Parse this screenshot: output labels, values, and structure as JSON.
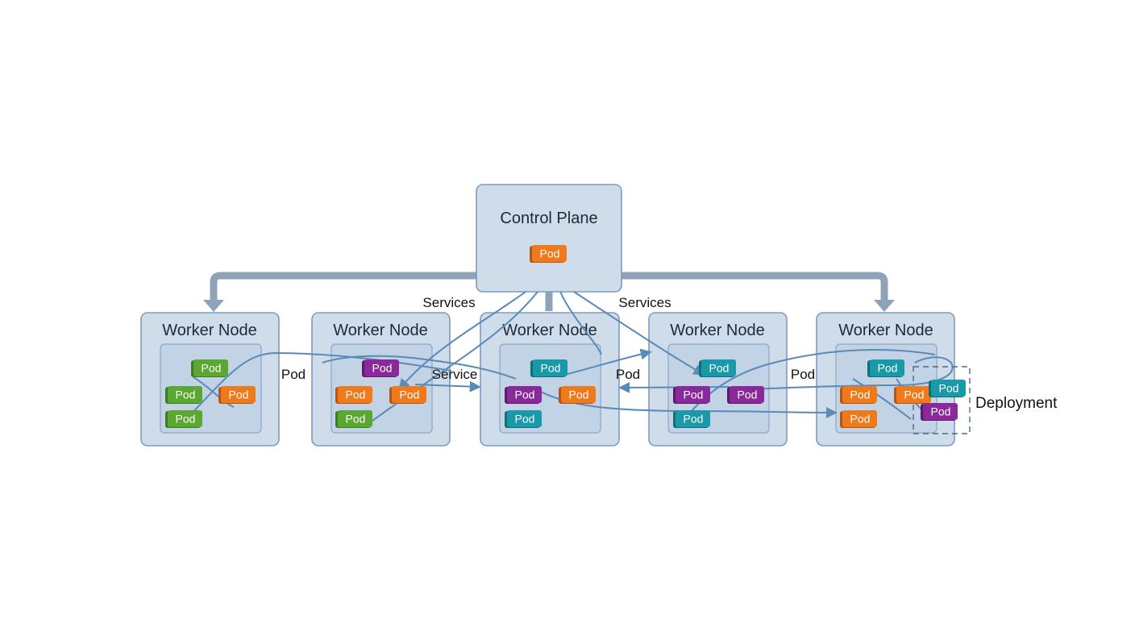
{
  "control_plane": {
    "label": "Control Plane",
    "pod": {
      "label": "Pod",
      "color": "orange"
    }
  },
  "worker_nodes": [
    {
      "label": "Worker Node",
      "pods": [
        {
          "label": "Pod",
          "color": "green"
        },
        {
          "label": "Pod",
          "color": "green"
        },
        {
          "label": "Pod",
          "color": "orange"
        },
        {
          "label": "Pod",
          "color": "green"
        }
      ]
    },
    {
      "label": "Worker Node",
      "pods": [
        {
          "label": "Pod",
          "color": "purple"
        },
        {
          "label": "Pod",
          "color": "orange"
        },
        {
          "label": "Pod",
          "color": "orange"
        },
        {
          "label": "Pod",
          "color": "green"
        }
      ]
    },
    {
      "label": "Worker Node",
      "pods": [
        {
          "label": "Pod",
          "color": "teal"
        },
        {
          "label": "Pod",
          "color": "purple"
        },
        {
          "label": "Pod",
          "color": "orange"
        },
        {
          "label": "Pod",
          "color": "teal"
        }
      ]
    },
    {
      "label": "Worker Node",
      "pods": [
        {
          "label": "Pod",
          "color": "teal"
        },
        {
          "label": "Pod",
          "color": "purple"
        },
        {
          "label": "Pod",
          "color": "purple"
        },
        {
          "label": "Pod",
          "color": "teal"
        }
      ]
    },
    {
      "label": "Worker Node",
      "pods": [
        {
          "label": "Pod",
          "color": "teal"
        },
        {
          "label": "Pod",
          "color": "orange"
        },
        {
          "label": "Pod",
          "color": "orange"
        },
        {
          "label": "Pod",
          "color": "orange"
        }
      ]
    }
  ],
  "deployment": {
    "label": "Deployment",
    "pods": [
      {
        "label": "Pod",
        "color": "teal"
      },
      {
        "label": "Pod",
        "color": "purple"
      }
    ]
  },
  "edge_labels": {
    "services_left": "Services",
    "services_right": "Services",
    "pod_1": "Pod",
    "service": "Service",
    "pod_2": "Pod",
    "pod_3": "Pod"
  },
  "colors": {
    "green": "#5aa832",
    "orange": "#ee7a1c",
    "purple": "#8a2a9a",
    "teal": "#1a9aa8",
    "node_fill": "#cfdcea",
    "node_stroke": "#7d9bbd",
    "connector": "#8fa3b8",
    "link": "#5a8ab8"
  }
}
